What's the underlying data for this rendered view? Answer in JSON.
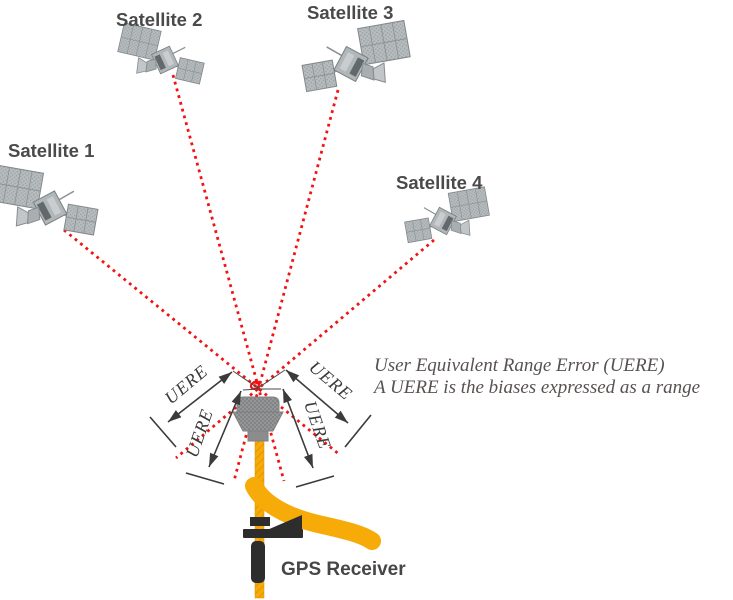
{
  "diagram": {
    "satellites": [
      {
        "label": "Satellite 1"
      },
      {
        "label": "Satellite 2"
      },
      {
        "label": "Satellite 3"
      },
      {
        "label": "Satellite 4"
      }
    ],
    "uere": {
      "arrow_label": "UERE",
      "note_line1": "User Equivalent Range Error (UERE)",
      "note_line2": "A UERE is the biases expressed as a range"
    },
    "receiver": {
      "label": "GPS Receiver"
    },
    "colors": {
      "signal_red": "#f31212",
      "label_gray": "#4a4a4a",
      "note_gray": "#575250",
      "arrow_dark": "#3b3b3b",
      "satellite_gray": "#b7bcbf",
      "antenna_gray": "#949698",
      "pole_yellow": "#f6ab08",
      "hardware_black": "#2d2d2d"
    }
  }
}
